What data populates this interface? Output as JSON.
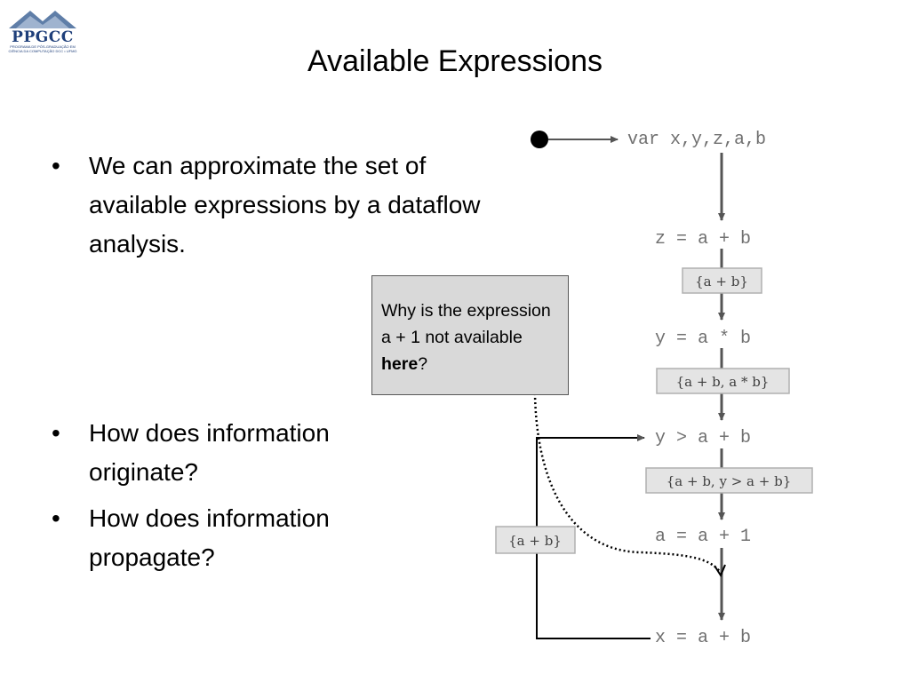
{
  "logo": {
    "text": "PPGCC",
    "subtitle": "PROGRAMA DE PÓS-GRADUAÇÃO EM CIÊNCIA DA COMPUTAÇÃO DCC • UFMG"
  },
  "slide_title": "Available Expressions",
  "bullets_top": [
    "We can approximate the set of available expressions by a dataflow analysis."
  ],
  "bullets_bottom": [
    "How does information originate?",
    "How does information propagate?"
  ],
  "callout": {
    "text_before": "Why is the expression a + 1 not available ",
    "emphasis": "here",
    "text_after": "?"
  },
  "diagram": {
    "statements": [
      "var x,y,z,a,b",
      "z = a + b",
      "y = a * b",
      "y > a + b",
      "a = a + 1",
      "x = a + b"
    ],
    "sets": [
      "{a + b}",
      "{a + b, a * b}",
      "{a + b, y > a + b}",
      "{a + b}"
    ]
  },
  "colors": {
    "arrow": "#555555",
    "callout_bg": "#d9d9d9",
    "logo": "#1f3f7a"
  }
}
